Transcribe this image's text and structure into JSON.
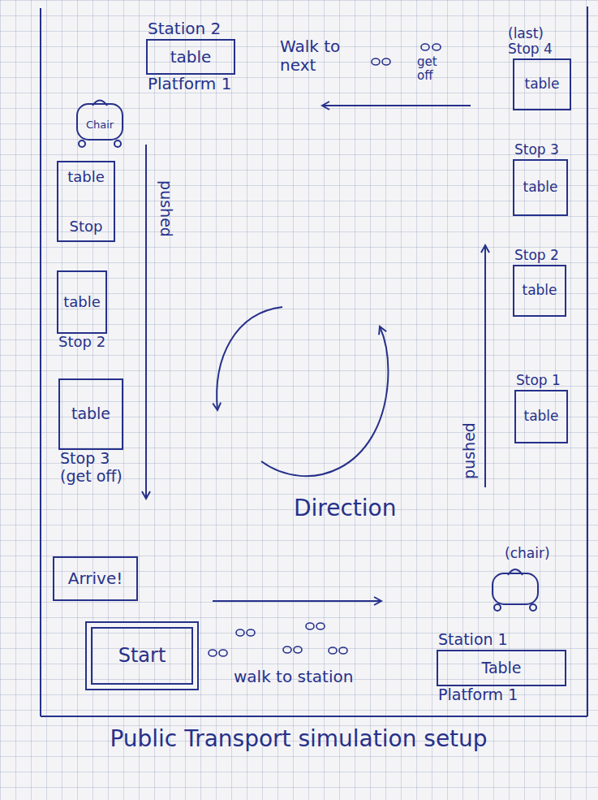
{
  "diagram": {
    "caption": "Public Transport simulation setup",
    "nodes": [
      {
        "text": [
          "Station 2",
          "table",
          "Platform 1"
        ]
      },
      {
        "text": [
          "Chair"
        ]
      },
      {
        "text": [
          "(last) Stop 4",
          "table"
        ]
      },
      {
        "text": [
          "Stop 3",
          "table"
        ]
      },
      {
        "text": [
          "Stop 2",
          "table"
        ]
      },
      {
        "text": [
          "Stop 1",
          "table"
        ]
      },
      {
        "text": [
          "table",
          "Stop"
        ]
      },
      {
        "text": [
          "table",
          "Stop 2"
        ]
      },
      {
        "text": [
          "table",
          "Stop 3 (get off)"
        ]
      },
      {
        "text": [
          "Arrive!"
        ]
      },
      {
        "text": [
          "Start"
        ]
      },
      {
        "text": [
          "Station 1",
          "Table",
          "Platform 1"
        ]
      }
    ],
    "labels": [
      "Walk to next",
      "get off",
      "pushed",
      "pushed",
      "Direction",
      "(chair)",
      "walk to station"
    ]
  }
}
